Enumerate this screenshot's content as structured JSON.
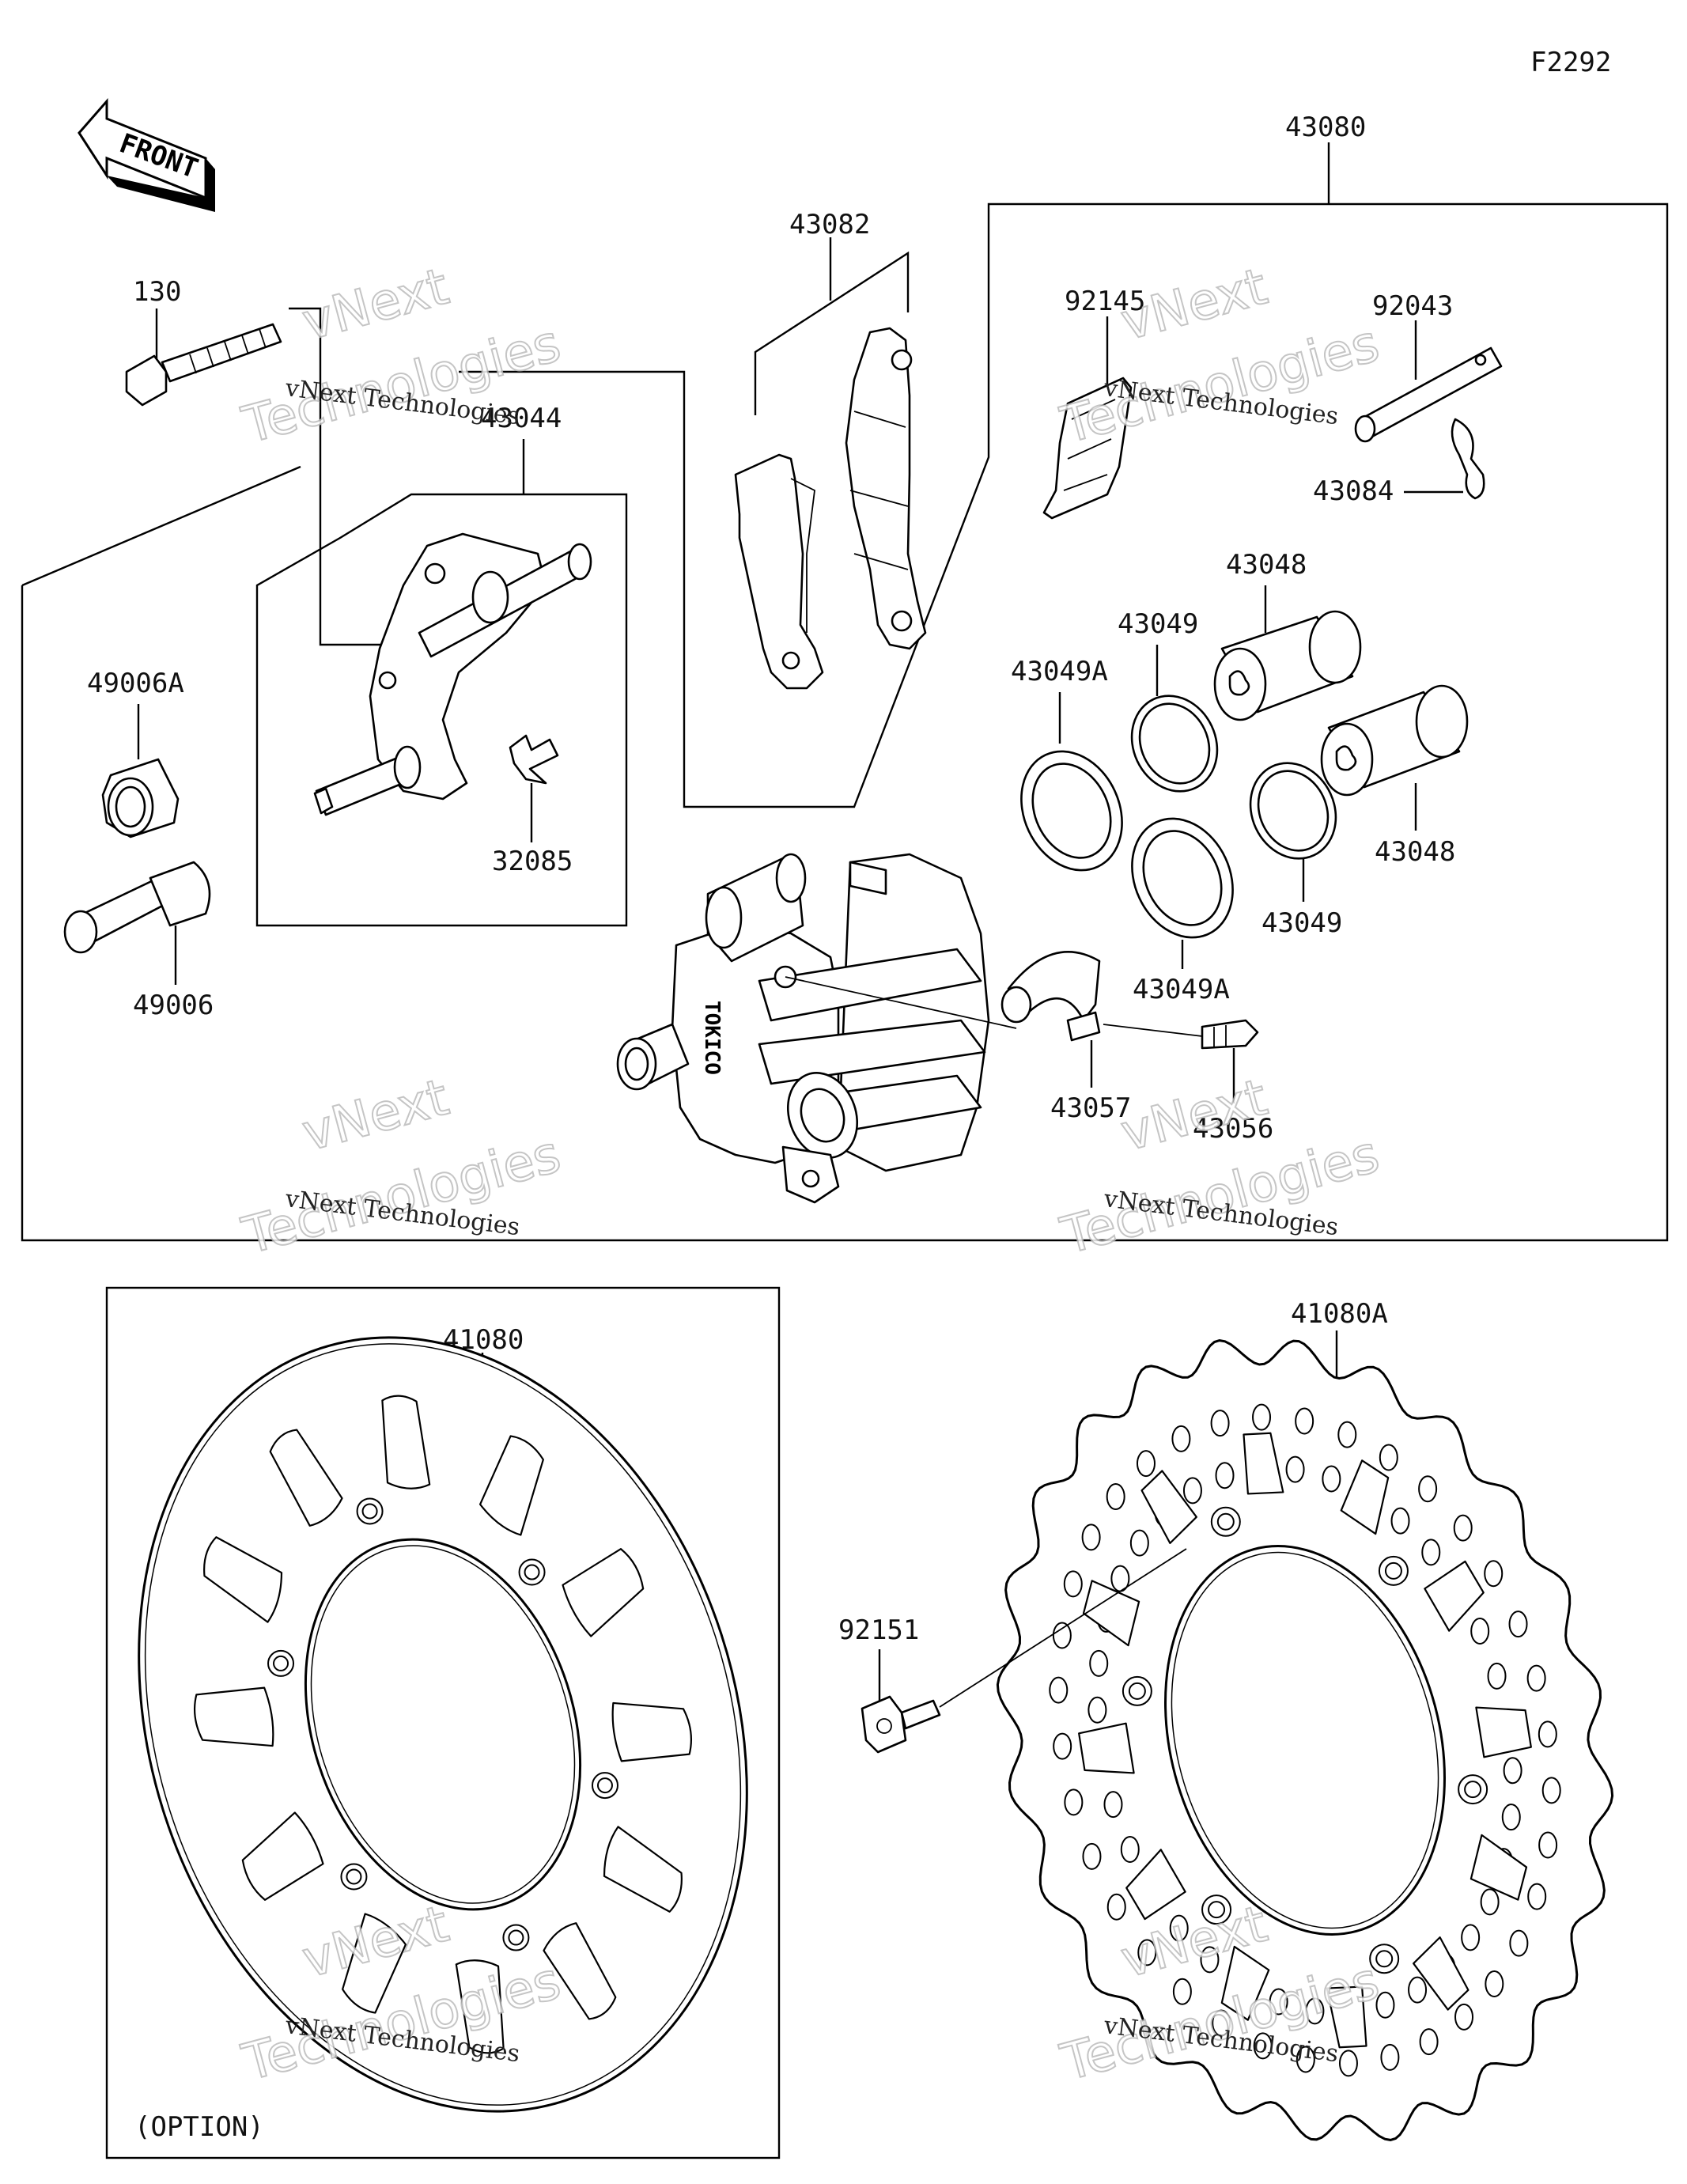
{
  "figure_code": "F2292",
  "front_arrow_text": "FRONT",
  "option_label": "(OPTION)",
  "caliper_marking": "TOKICO",
  "watermark": {
    "line1": "vNext",
    "line2": "vNext Technologies",
    "line3": "Technologies"
  },
  "parts": {
    "p130": "130",
    "p43044": "43044",
    "p43082": "43082",
    "p43080": "43080",
    "p92145": "92145",
    "p92043": "92043",
    "p43084": "43084",
    "p43048a": "43048",
    "p43049a": "43049",
    "p43049A_a": "43049A",
    "p43048b": "43048",
    "p43049b": "43049",
    "p43049A_b": "43049A",
    "p49006A": "49006A",
    "p49006": "49006",
    "p32085": "32085",
    "p43057": "43057",
    "p43056": "43056",
    "p41080": "41080",
    "p41080A": "41080A",
    "p92151": "92151"
  }
}
